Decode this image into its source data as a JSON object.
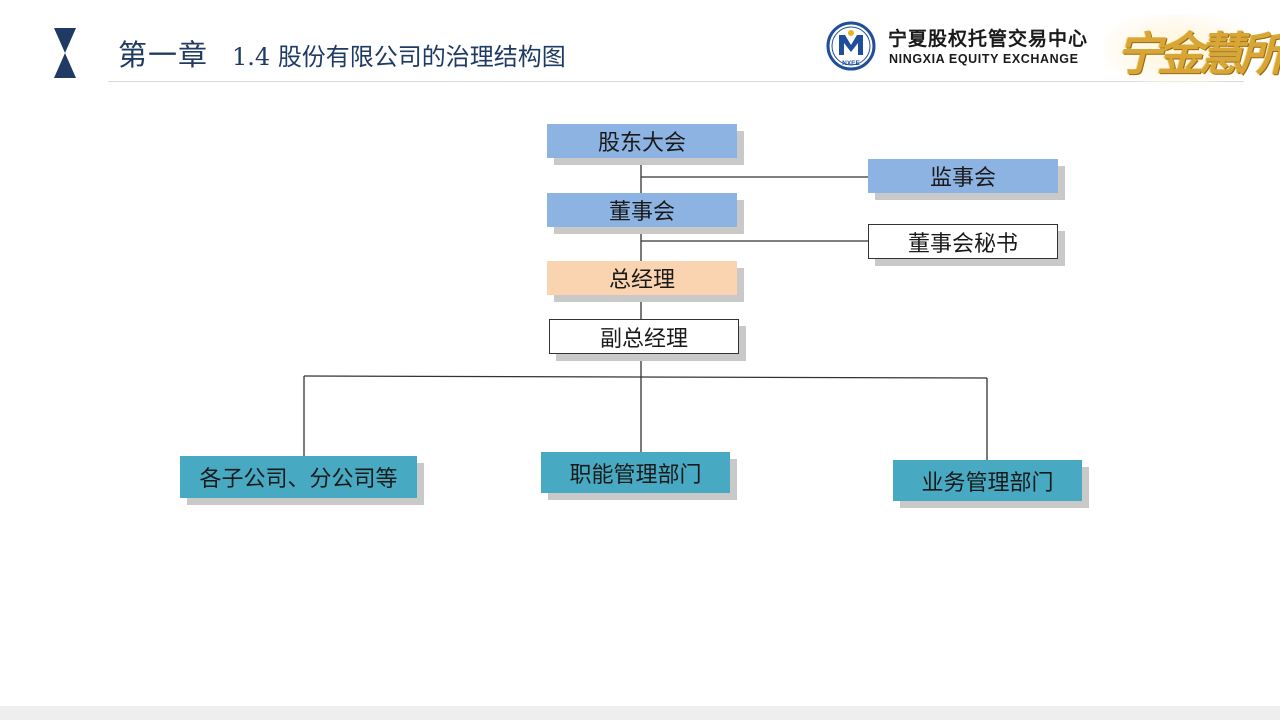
{
  "header": {
    "chapter": "第一章",
    "section_title": "1.4 股份有限公司的治理结构图"
  },
  "logo": {
    "emblem_text": "NXEE",
    "name_cn": "宁夏股权托管交易中心",
    "name_en": "NINGXIA EQUITY EXCHANGE",
    "brand_cn": "宁金慧所",
    "colors": {
      "emblem_blue": "#1f4e9c",
      "emblem_yellow": "#e6b422",
      "brand_gold": "#d8a637"
    }
  },
  "org_chart": {
    "colors": {
      "blue_box": "#8db3e2",
      "orange_box": "#fad3b0",
      "teal_box": "#47a9c2",
      "outline_box": "#ffffff",
      "shadow": "#c9c9c9",
      "title": "#1f3b63"
    },
    "nodes": {
      "shareholders_meeting": "股东大会",
      "supervisory_board": "监事会",
      "board_of_directors": "董事会",
      "board_secretary": "董事会秘书",
      "general_manager": "总经理",
      "deputy_general_manager": "副总经理",
      "subsidiaries_branches": "各子公司、分公司等",
      "functional_departments": "职能管理部门",
      "business_departments": "业务管理部门"
    }
  }
}
